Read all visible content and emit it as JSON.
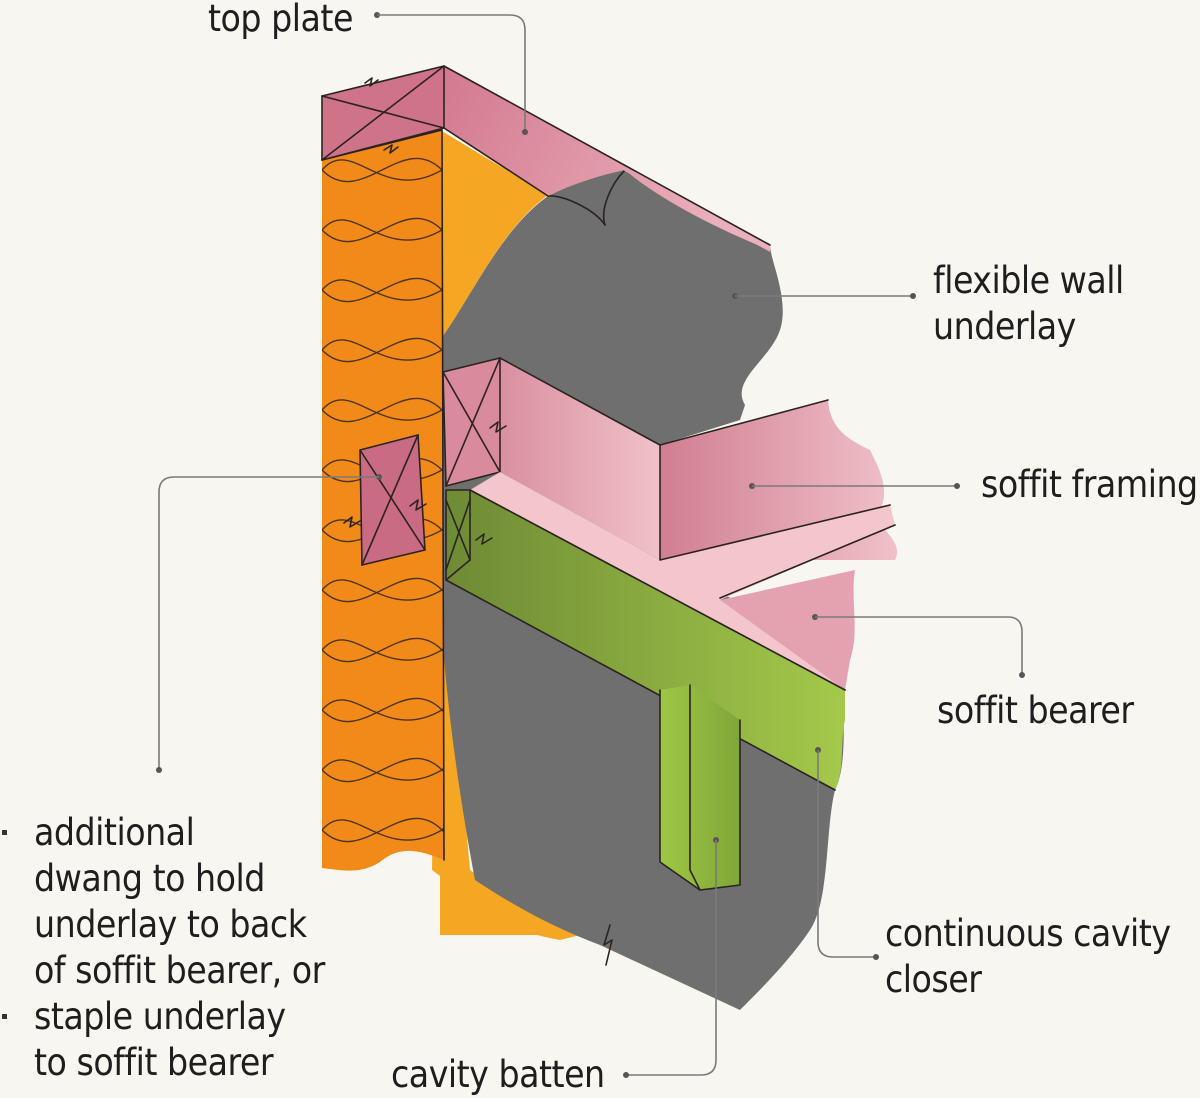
{
  "colors": {
    "background": "#f8f6f1",
    "insulation": "#f28a1a",
    "cavity_orange": "#f5a623",
    "underlay_grey": "#6f6f70",
    "framing_pink": "#d98a9c",
    "soffit_light_pink": "#f3c6cb",
    "batten_green": "#8cb83c",
    "leader_grey": "#7a7a7a"
  },
  "labels": {
    "top_plate": "top plate",
    "flexible_wall_underlay": [
      "flexible wall",
      "underlay"
    ],
    "soffit_framing": "soffit framing",
    "soffit_bearer": "soffit bearer",
    "continuous_cavity_closer": [
      "continuous cavity",
      "closer"
    ],
    "cavity_batten": "cavity batten",
    "options": [
      [
        "additional",
        "dwang to hold",
        "underlay to back",
        "of soffit bearer, or"
      ],
      [
        "staple underlay",
        "to soffit bearer"
      ]
    ]
  }
}
